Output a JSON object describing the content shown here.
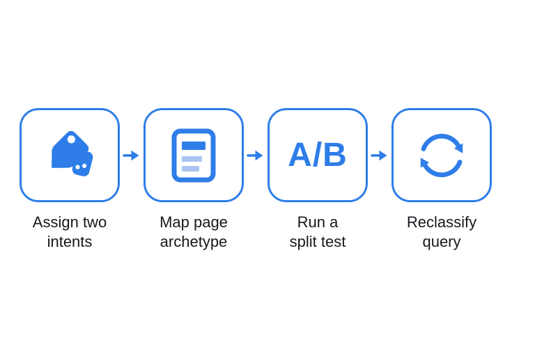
{
  "page": {
    "background": "#ffffff",
    "type": "process-flow-diagram"
  },
  "colors": {
    "accent": "#2e7de9",
    "accent_light": "#aac5f1",
    "text": "#16181d",
    "box_bg": "#ffffff",
    "page_bg": "#ffffff"
  },
  "flow": {
    "connector": "arrow-right",
    "steps": [
      {
        "icon": "tags-icon",
        "label": "Assign two\nintents"
      },
      {
        "icon": "document-icon",
        "label": "Map page\narchetype"
      },
      {
        "icon": "ab-test-text",
        "ab_text": "A/B",
        "label": "Run a\nsplit test"
      },
      {
        "icon": "refresh-icon",
        "label": "Reclassify\nquery"
      }
    ]
  }
}
